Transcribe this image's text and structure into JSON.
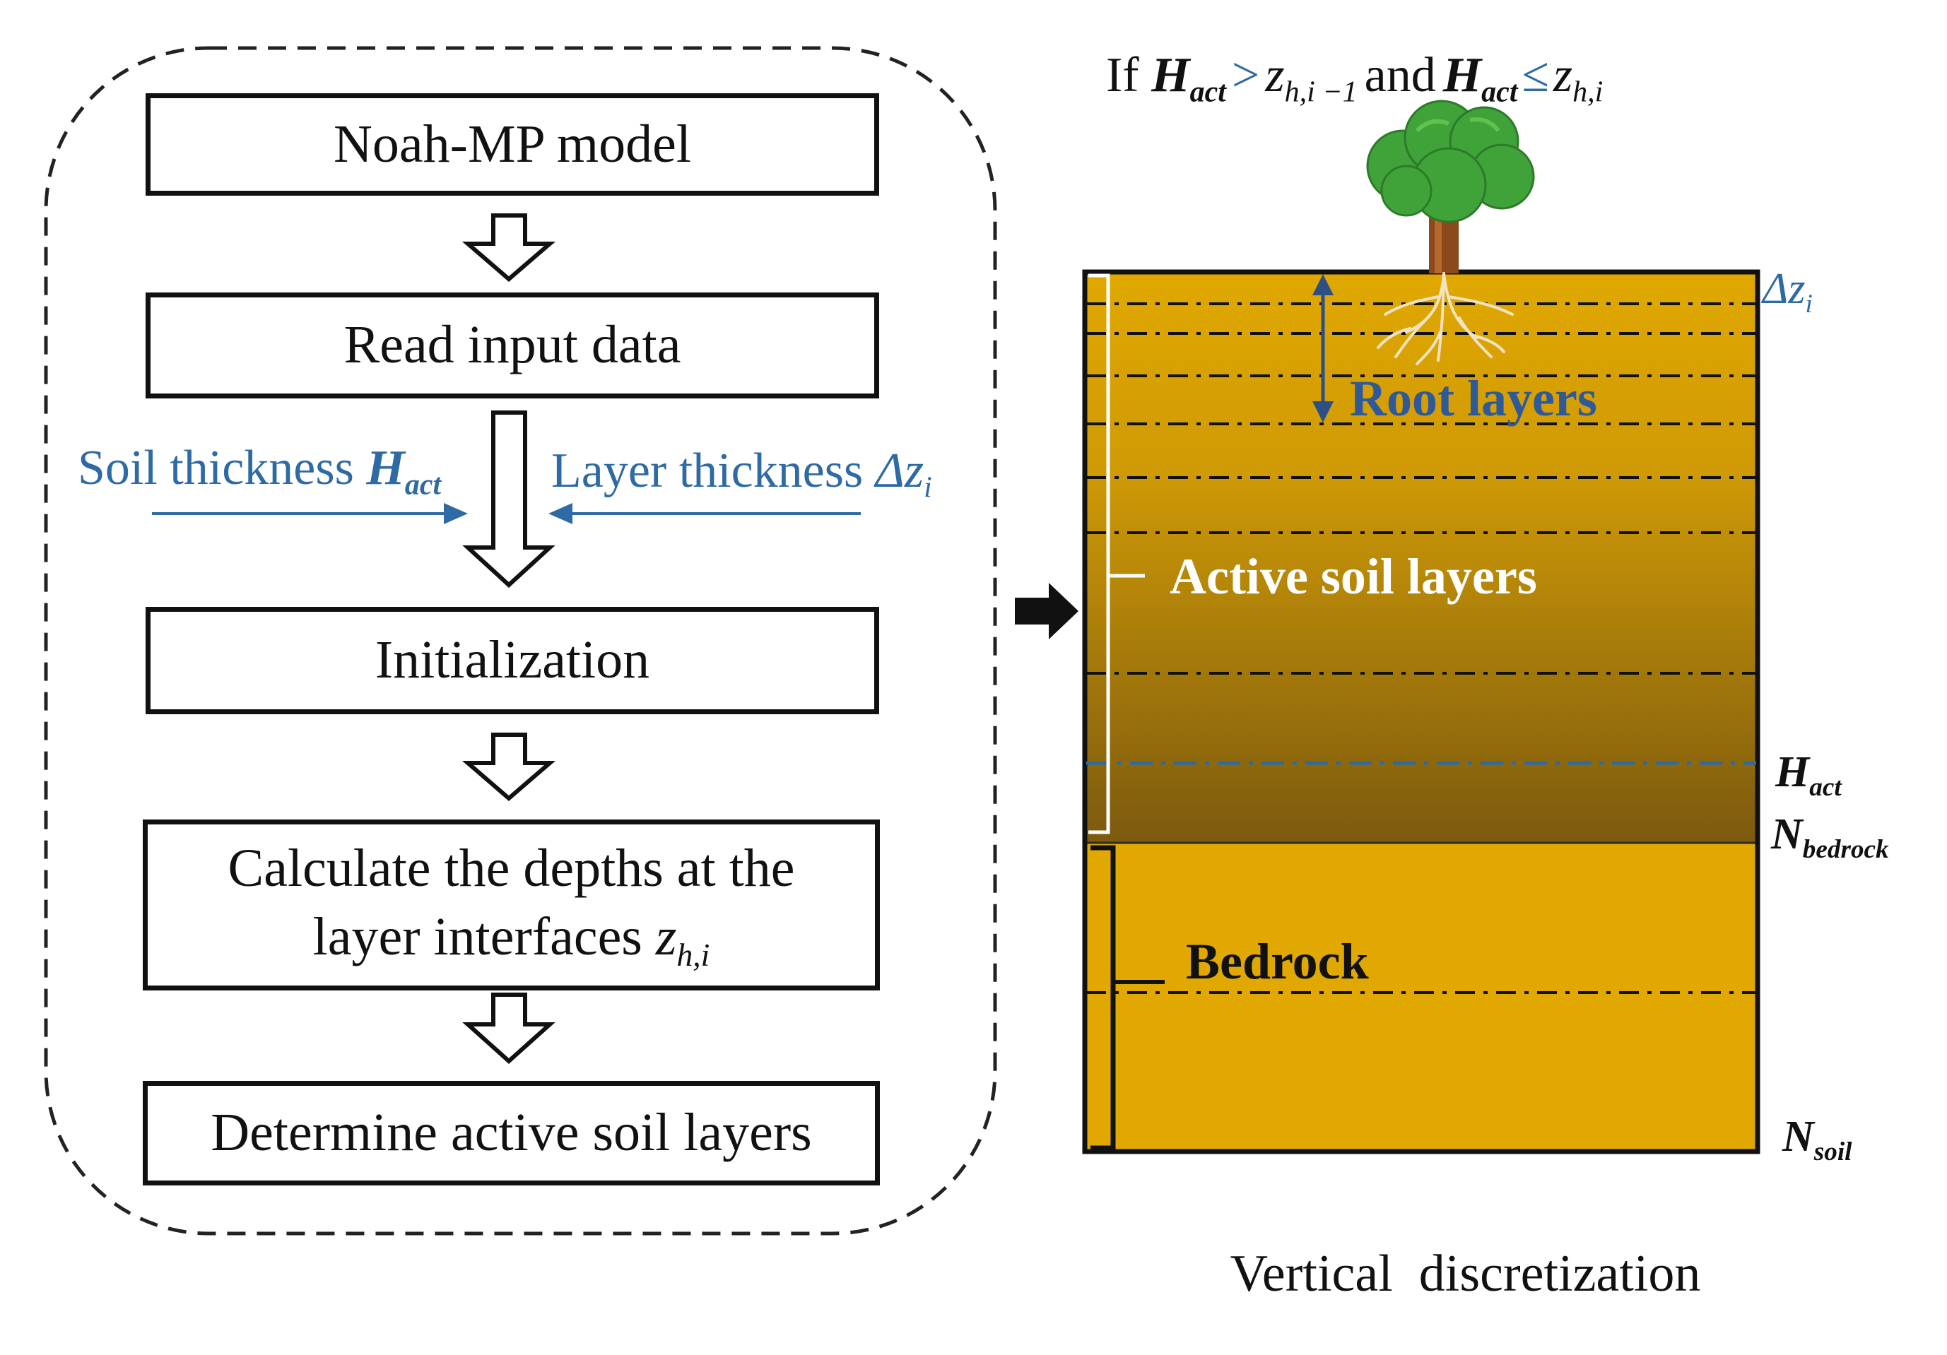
{
  "flowchart": {
    "steps": [
      {
        "text": "Noah-MP model"
      },
      {
        "text": "Read input data"
      },
      {
        "text": "Initialization"
      },
      {
        "line1": "Calculate the depths at the",
        "line2": "layer interfaces ",
        "var": "z",
        "var_sub": "h,i"
      },
      {
        "text": "Determine active soil layers"
      }
    ],
    "inputs": {
      "left": {
        "text": "Soil  thickness ",
        "var": "H",
        "var_sub": "act"
      },
      "right": {
        "text": "Layer thickness ",
        "var": "Δz",
        "var_sub": "i"
      }
    }
  },
  "condition": {
    "if": "If ",
    "h1": "H",
    "h1_sub": "act",
    "gt": ">",
    "z1": "z",
    "z1_sub": "h,i −1",
    "and": "and",
    "h2": "H",
    "h2_sub": "act",
    "le": "≤",
    "z2": "z",
    "z2_sub": "h,i"
  },
  "soil_column": {
    "root_layers": "Root layers",
    "active_soil_layers": "Active soil layers",
    "bedrock": "Bedrock",
    "dz": "Δz",
    "dz_sub": "i",
    "h_act": "H",
    "h_act_sub": "act",
    "n_bedrock": "N",
    "n_bedrock_sub": "bedrock",
    "n_soil": "N",
    "n_soil_sub": "soil",
    "caption": "Vertical  discretization"
  },
  "colors": {
    "soil_light": "#e0a800",
    "soil_dark": "#7c5a0e",
    "bedrock": "#e0a800",
    "blue_text": "#2e6aa3",
    "tree_green": "#3fa33a",
    "trunk": "#8b4a1b"
  }
}
